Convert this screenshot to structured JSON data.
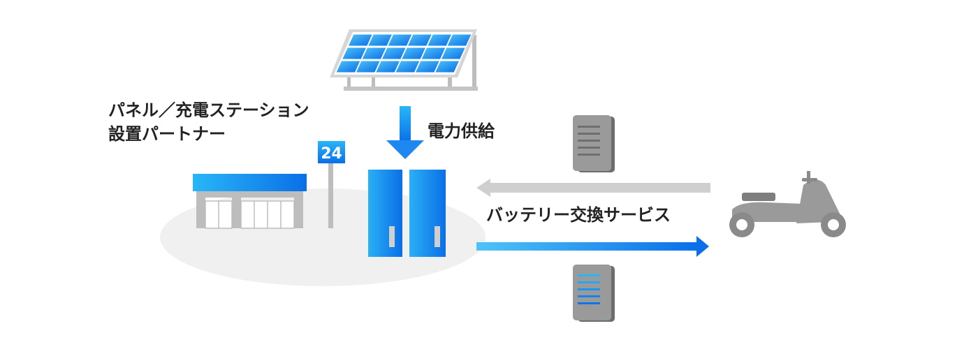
{
  "labels": {
    "partner_line1": "パネル／充電ステーション",
    "partner_line2": "設置パートナー",
    "power_supply": "電力供給",
    "battery_swap": "バッテリー交換サービス"
  },
  "store_sign": "24",
  "icons": {
    "solar_panel": "solar-panel-icon",
    "store": "convenience-store-icon",
    "store_sign": "24h-sign-icon",
    "charging_station": "battery-charging-station-icon",
    "depleted_battery": "depleted-battery-icon",
    "charged_battery": "charged-battery-icon",
    "scooter": "electric-scooter-icon"
  },
  "colors": {
    "blue_light": "#29b6f6",
    "blue_dark": "#0a6fe8",
    "gray_dark": "#8a8a8a",
    "gray_mid": "#a6a6a6",
    "gray_light": "#cfcfcf",
    "ground": "#f0f0f0",
    "text": "#222222"
  }
}
